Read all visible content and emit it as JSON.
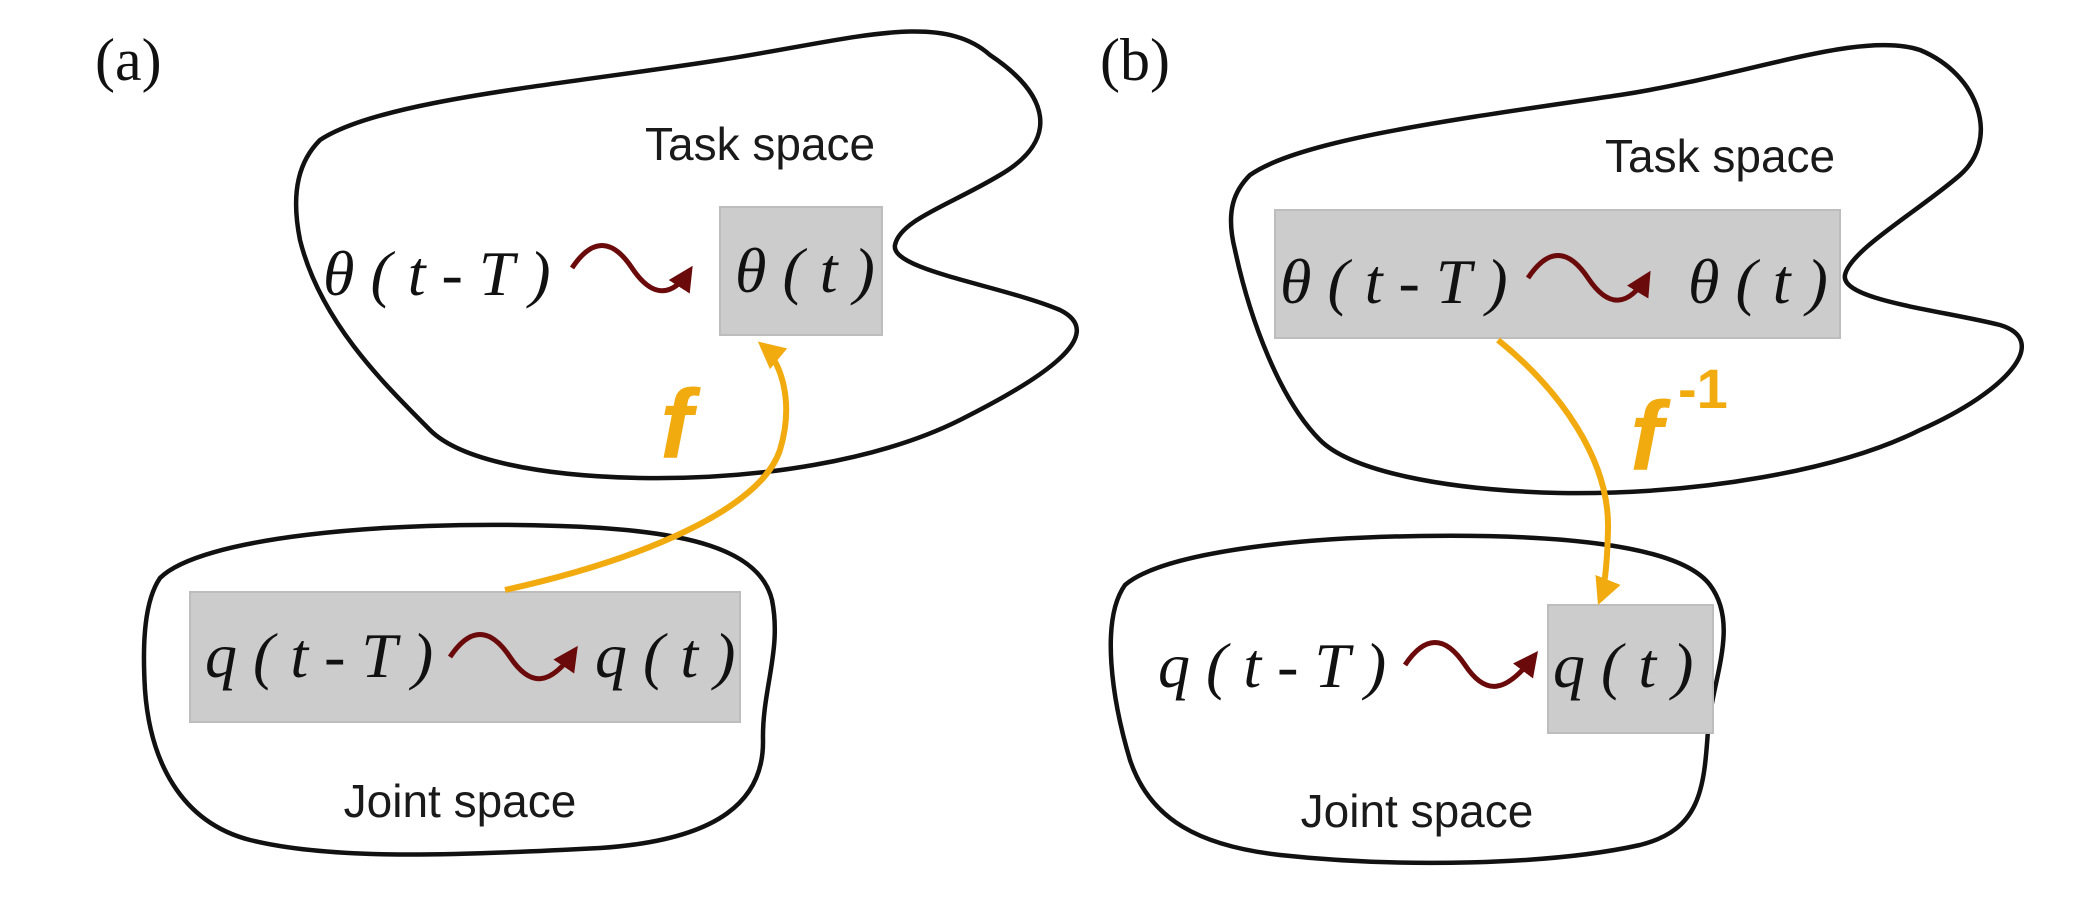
{
  "colors": {
    "outline": "#111111",
    "highlight_box": "#cccccc",
    "transition_arrow": "#6b0a0a",
    "mapping_arrow": "#f2ab0f"
  },
  "panel_a": {
    "label": "(a)",
    "task_space_label": "Task space",
    "joint_space_label": "Joint space",
    "theta_prev": "θ ( t - T )",
    "theta_now": "θ ( t )",
    "q_prev": "q ( t - T )",
    "q_now": "q ( t )",
    "mapping": "f"
  },
  "panel_b": {
    "label": "(b)",
    "task_space_label": "Task space",
    "joint_space_label": "Joint space",
    "theta_prev": "θ ( t - T )",
    "theta_now": "θ ( t )",
    "q_prev": "q ( t - T )",
    "q_now": "q ( t )",
    "mapping": "f",
    "mapping_superscript": "-1"
  }
}
